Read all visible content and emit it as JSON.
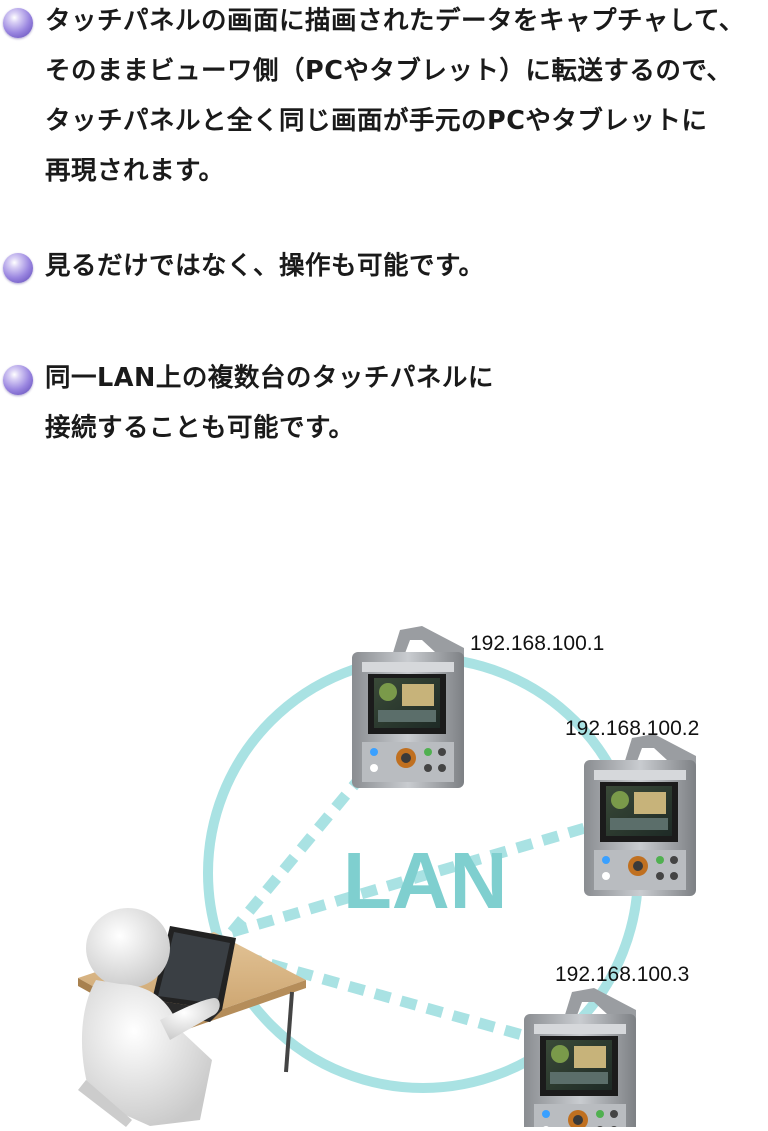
{
  "bullets": [
    {
      "lines": [
        "タッチパネルの画面に描画されたデータをキャプチャして、",
        "そのままビューワ側（PCやタブレット）に転送するので、",
        "タッチパネルと全く同じ画面が手元のPCやタブレットに",
        "再現されます。"
      ]
    },
    {
      "lines": [
        "見るだけではなく、操作も可能です。"
      ]
    },
    {
      "lines": [
        "同一LAN上の複数台のタッチパネルに",
        "接続することも可能です。"
      ]
    }
  ],
  "diagram": {
    "network_label": "LAN",
    "devices": [
      {
        "ip": "192.168.100.1"
      },
      {
        "ip": "192.168.100.2"
      },
      {
        "ip": "192.168.100.3"
      }
    ],
    "colors": {
      "network": "#a9e2e3",
      "lan_text": "#7fcfcf",
      "bullet": "#7b68d8"
    }
  }
}
